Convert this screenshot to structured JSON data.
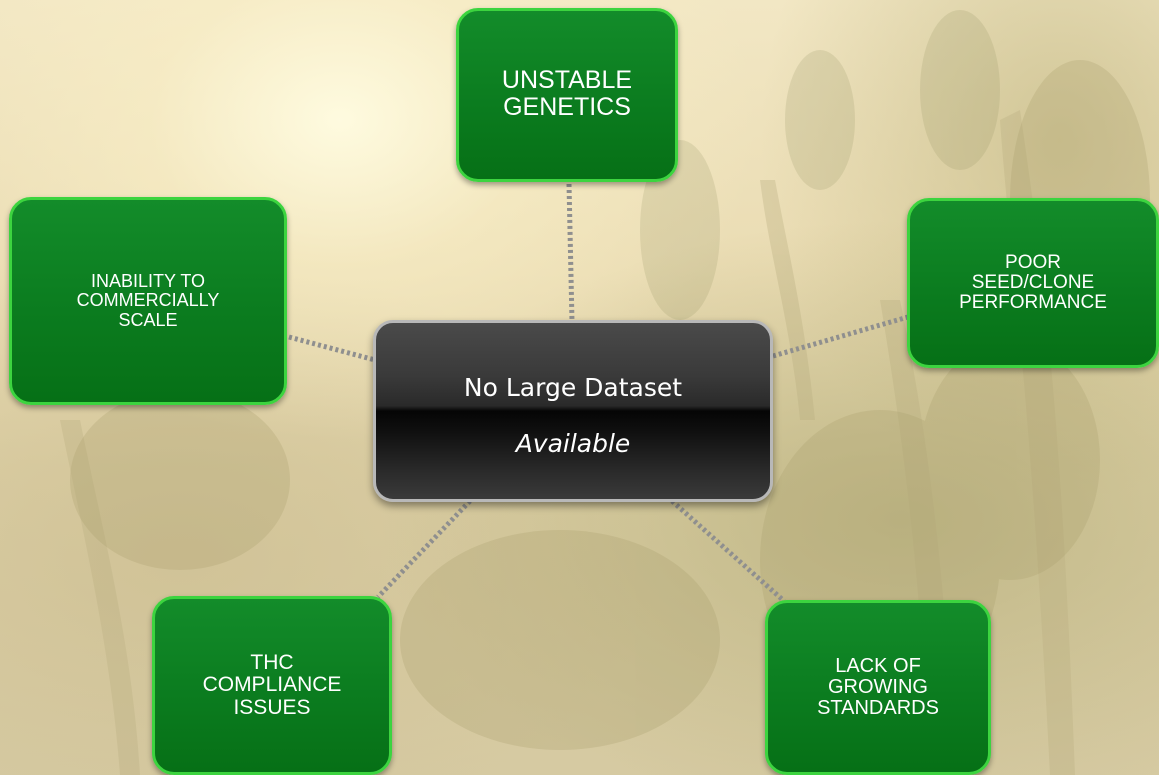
{
  "diagram": {
    "center": {
      "title": "No Large Dataset",
      "subtitle": "Available"
    },
    "nodes": {
      "top": "UNSTABLE\nGENETICS",
      "left": "INABILITY TO\nCOMMERCIALLY\nSCALE",
      "right": "POOR\nSEED/CLONE\nPERFORMANCE",
      "bottom_left": "THC\nCOMPLIANCE\nISSUES",
      "bottom_right": "LACK OF\nGROWING\nSTANDARDS"
    },
    "colors": {
      "node_fill": "#0b7c1f",
      "node_border": "#3cd43f",
      "center_fill": "#1a1a1a",
      "center_border": "#b8b8b8",
      "connector": "#8f8f8f"
    }
  }
}
